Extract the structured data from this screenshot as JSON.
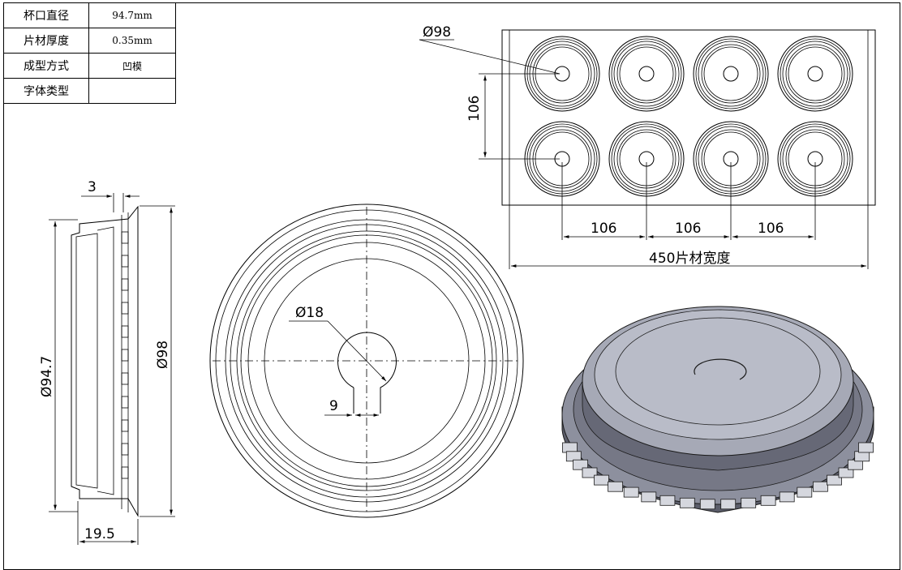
{
  "spec_table": {
    "rows": [
      {
        "label": "杯口直径",
        "value": "94.7mm"
      },
      {
        "label": "片材厚度",
        "value": "0.35mm"
      },
      {
        "label": "成型方式",
        "value": "凹模"
      },
      {
        "label": "字体类型",
        "value": ""
      }
    ]
  },
  "dimensions": {
    "tray_cup_dia": "Ø98",
    "tray_row_pitch": "106",
    "tray_col_pitch_1": "106",
    "tray_col_pitch_2": "106",
    "tray_col_pitch_3": "106",
    "sheet_width": "450片材宽度",
    "side_top_width": "3",
    "side_height": "19.5",
    "side_inner_dia": "Ø94.7",
    "side_outer_dia": "Ø98",
    "top_hole_dia": "Ø18",
    "top_slot_width": "9"
  },
  "colors": {
    "line": "#000000",
    "render_top": "#b9bcc8",
    "render_side": "#6e7080",
    "render_dark": "#4a4c57"
  }
}
